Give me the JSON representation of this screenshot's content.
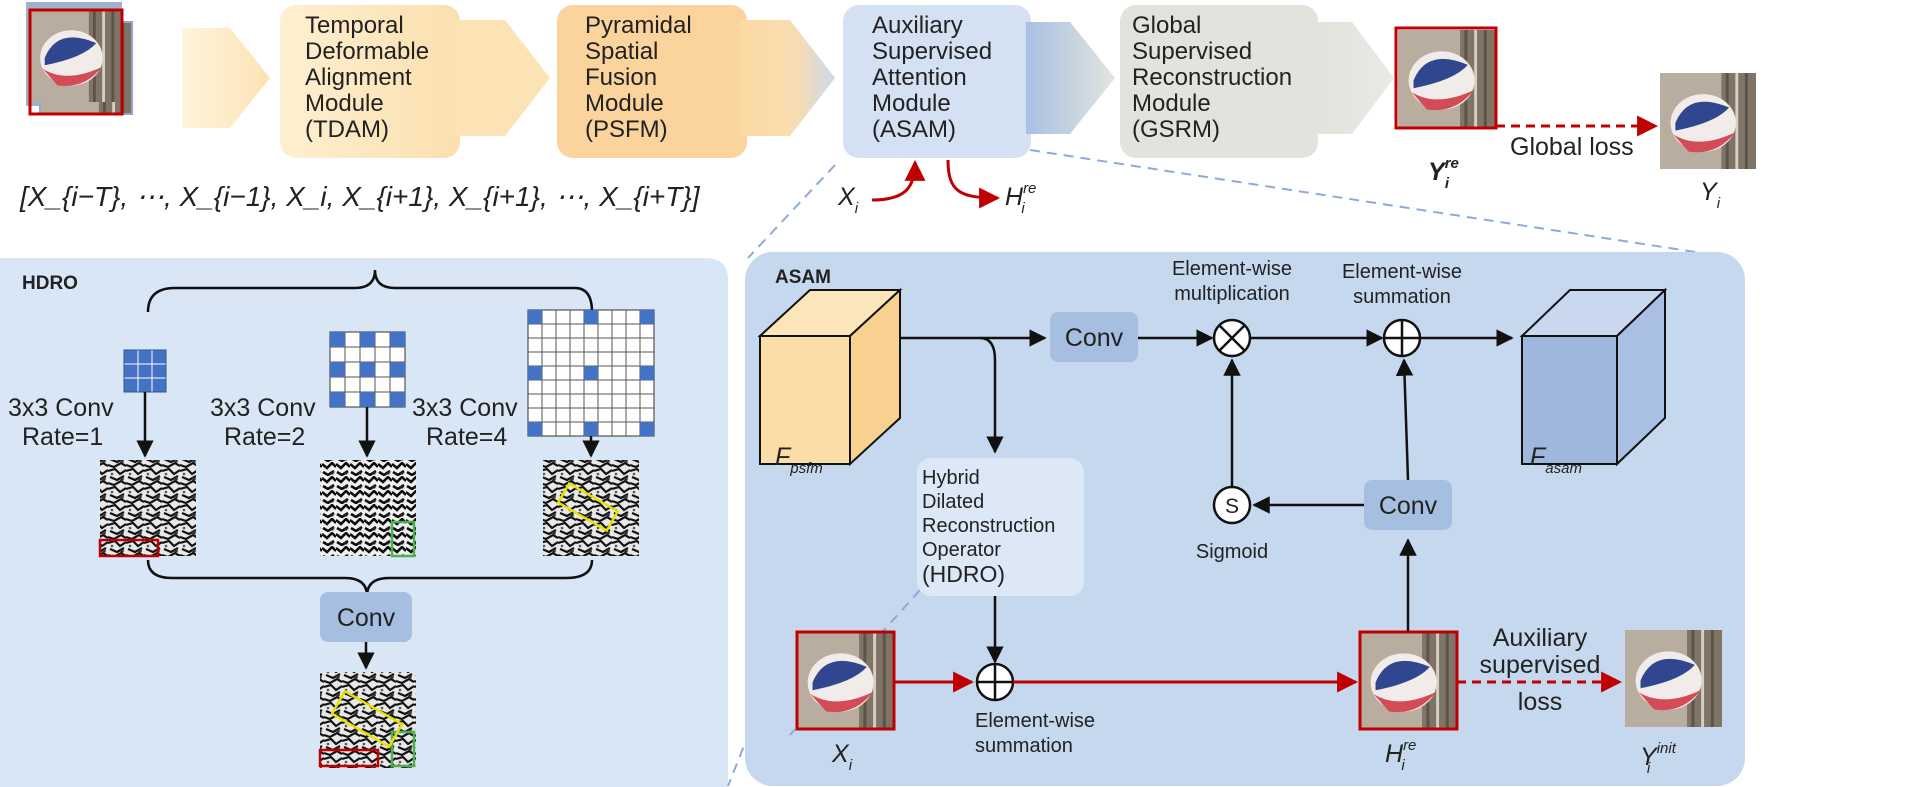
{
  "colors": {
    "orange_light": "#FDEAC4",
    "orange": "#FAD49A",
    "blue_light": "#D6E3F3",
    "blue_panel": "#C5D8EE",
    "blue_box": "#A6BFE0",
    "blue_cell": "#4472C4",
    "gray_box": "#E3E6DF",
    "red": "#C00000",
    "green": "#4CAF50",
    "yellow": "#E8E000"
  },
  "icons": [
    "circle-times-icon",
    "circle-plus-icon",
    "sigmoid-s-icon"
  ],
  "pipeline": {
    "stages": [
      {
        "name": "tdam",
        "lines": [
          "Temporal",
          "Deformable",
          "Alignment",
          "Module",
          "(TDAM)"
        ]
      },
      {
        "name": "psfm",
        "lines": [
          "Pyramidal",
          "Spatial",
          "Fusion",
          "Module",
          "(PSFM)"
        ]
      },
      {
        "name": "asam",
        "lines": [
          "Auxiliary",
          "Supervised",
          "Attention",
          "Module",
          "(ASAM)"
        ]
      },
      {
        "name": "gsrm",
        "lines": [
          "Global",
          "Supervised",
          "Reconstruction",
          "Module",
          "(GSRM)"
        ]
      }
    ],
    "input_sequence": "[X_{i−T}, ⋯, X_{i−1}, X_i, X_{i+1}, X_{i+1}, ⋯, X_{i+T}]",
    "xi_in": {
      "base": "X",
      "sub": "i"
    },
    "hi_out": {
      "base": "H",
      "sub": "i",
      "sup": "re"
    },
    "y_re": {
      "base": "Y",
      "sub": "i",
      "sup": "re"
    },
    "y_gt": {
      "base": "Y",
      "sub": "i"
    },
    "global_loss": "Global loss"
  },
  "hdro": {
    "title": "HDRO",
    "branches": [
      {
        "conv": "3x3 Conv",
        "rate": "Rate=1"
      },
      {
        "conv": "3x3 Conv",
        "rate": "Rate=2"
      },
      {
        "conv": "3x3 Conv",
        "rate": "Rate=4"
      }
    ],
    "conv": "Conv"
  },
  "asam": {
    "title": "ASAM",
    "f_psfm": {
      "base": "F",
      "sub": "psfm"
    },
    "f_asam": {
      "base": "F",
      "sub": "asam"
    },
    "conv_top": "Conv",
    "conv_right": "Conv",
    "mult_label": [
      "Element-wise",
      "multiplication"
    ],
    "sum_top_label": [
      "Element-wise",
      "summation"
    ],
    "sum_bottom_label": [
      "Element-wise",
      "summation"
    ],
    "sigmoid_symbol": "S",
    "sigmoid_label": "Sigmoid",
    "hdro_box": [
      "Hybrid",
      "Dilated",
      "Reconstruction",
      "Operator",
      "(HDRO)"
    ],
    "aux_loss": [
      "Auxiliary",
      "supervised",
      "loss"
    ],
    "x_i": {
      "base": "X",
      "sub": "i"
    },
    "h_i": {
      "base": "H",
      "sub": "i",
      "sup": "re"
    },
    "y_init": {
      "base": "Y",
      "sub": "i",
      "sup": "init"
    }
  }
}
